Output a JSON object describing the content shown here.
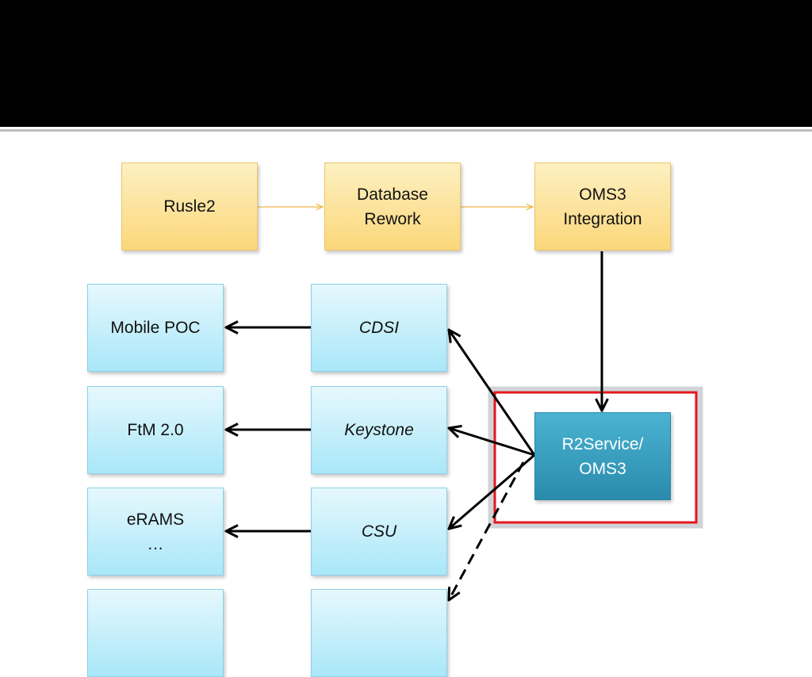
{
  "process": {
    "step1": "Rusle2",
    "step2": "Database\nRework",
    "step3": "OMS3\nIntegration"
  },
  "hub": {
    "label": "R2Service/\nOMS3"
  },
  "clients": [
    {
      "label": "CDSI",
      "app": "Mobile POC"
    },
    {
      "label": "Keystone",
      "app": "FtM 2.0"
    },
    {
      "label": "CSU",
      "app": "eRAMS\n…"
    },
    {
      "label": "",
      "app": ""
    }
  ],
  "colors": {
    "process_fill": "#fbd77a",
    "client_fill": "#a9e7f9",
    "hub_fill": "#2a8bac",
    "highlight": "#e3171c",
    "header_bar": "#000000"
  }
}
